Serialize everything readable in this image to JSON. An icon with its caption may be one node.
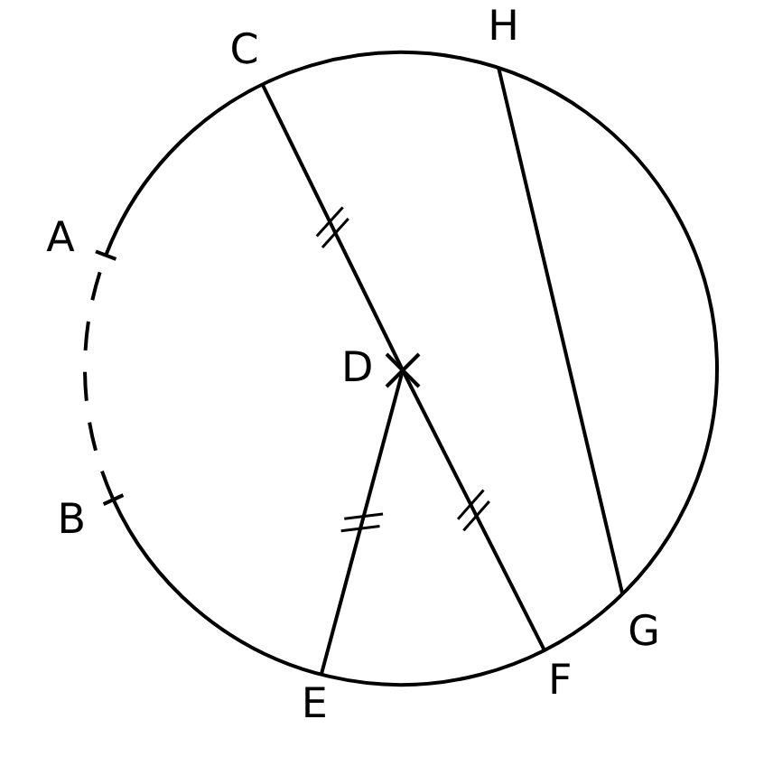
{
  "diagram": {
    "nodes": [
      {
        "text": [
          "C"
        ]
      },
      {
        "text": [
          "H"
        ]
      },
      {
        "text": [
          "A"
        ]
      },
      {
        "text": [
          "D"
        ]
      },
      {
        "text": [
          "B"
        ]
      },
      {
        "text": [
          "E"
        ]
      },
      {
        "text": [
          "F"
        ]
      },
      {
        "text": [
          "G"
        ]
      }
    ],
    "edges": [
      {
        "from": 0,
        "to": 3,
        "arrow": "none"
      },
      {
        "from": 3,
        "to": 6,
        "arrow": "none"
      },
      {
        "from": 3,
        "to": 5,
        "arrow": "none"
      },
      {
        "from": 1,
        "to": 7,
        "arrow": "none"
      },
      {
        "from": 2,
        "to": 4,
        "arrow": "none",
        "style": "dashed"
      }
    ]
  }
}
